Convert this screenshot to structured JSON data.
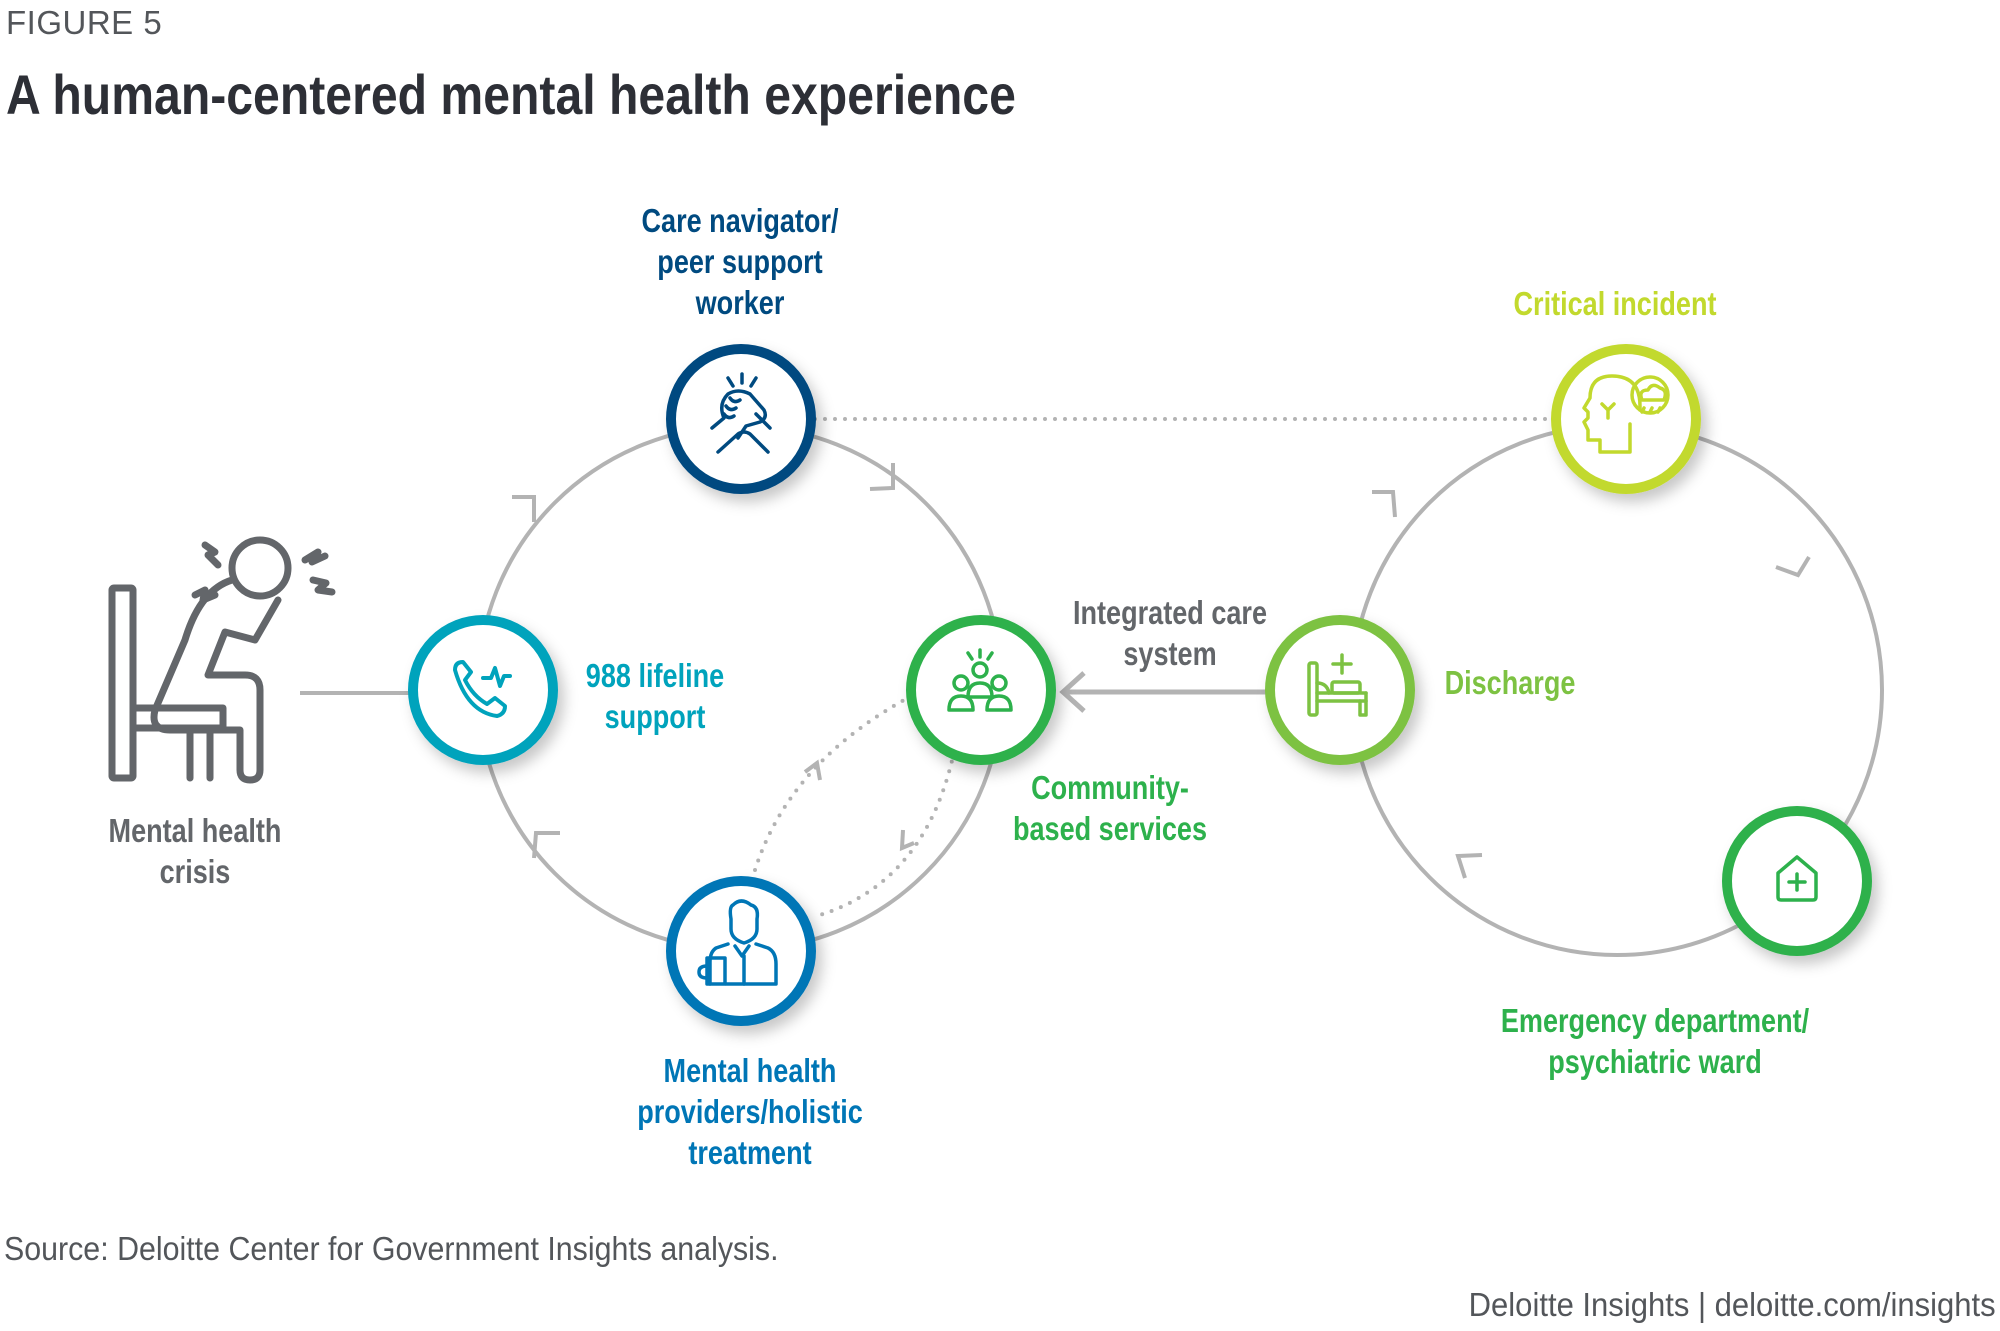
{
  "figure_label": "FIGURE 5",
  "title": "A human-centered mental health experience",
  "nodes": {
    "crisis": {
      "label": "Mental health\ncrisis",
      "icon": "person-in-distress-icon",
      "color": "#63666a"
    },
    "lifeline": {
      "label": "988 lifeline\nsupport",
      "icon": "phone-alert-icon",
      "color": "#00a3bc"
    },
    "navigator": {
      "label": "Care navigator/\npeer support\nworker",
      "icon": "handshake-icon",
      "color": "#004a80"
    },
    "community": {
      "label": "Community-\nbased services",
      "icon": "community-group-icon",
      "color": "#2db14c"
    },
    "providers": {
      "label": "Mental health\nproviders/holistic\ntreatment",
      "icon": "doctor-icon",
      "color": "#0076b6"
    },
    "critical": {
      "label": "Critical incident",
      "icon": "distressed-mind-icon",
      "color": "#c2d92d"
    },
    "discharge": {
      "label": "Discharge",
      "icon": "hospital-bed-icon",
      "color": "#7dc242"
    },
    "emergency": {
      "label": "Emergency department/\npsychiatric ward",
      "icon": "hospital-icon",
      "color": "#2db14c"
    }
  },
  "connector_label": "Integrated care\nsystem",
  "connector_color": "#63666a",
  "line_color": "#b3b3b3",
  "source": "Source: Deloitte Center for Government Insights analysis.",
  "footer": "Deloitte Insights | deloitte.com/insights"
}
